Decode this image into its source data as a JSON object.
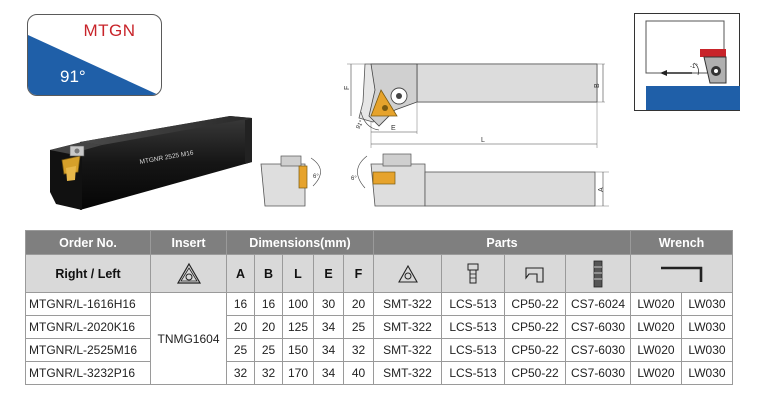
{
  "badge": {
    "code": "MTGN",
    "angle": "91°",
    "color_red": "#c8242a",
    "color_blue": "#1f5fa8"
  },
  "photo": {
    "engraving": "MTGNR 2525 M16"
  },
  "drawing": {
    "dim_F": "F",
    "dim_B": "B",
    "dim_E": "E",
    "dim_L": "L",
    "dim_A": "A",
    "angle_main": "91°",
    "angle_clear": "6°",
    "angle_rake": "6°",
    "angle_op": "-1°"
  },
  "table": {
    "headers": {
      "order_no": "Order No.",
      "insert": "Insert",
      "dimensions": "Dimensions(mm)",
      "parts": "Parts",
      "wrench": "Wrench",
      "right_left": "Right / Left",
      "dims": [
        "A",
        "B",
        "L",
        "E",
        "F"
      ]
    },
    "insert_value": "TNMG1604",
    "rows": [
      {
        "order": "MTGNR/L-1616H16",
        "A": "16",
        "B": "16",
        "L": "100",
        "E": "30",
        "F": "20",
        "p1": "SMT-322",
        "p2": "LCS-513",
        "p3": "CP50-22",
        "p4": "CS7-6024",
        "w1": "LW020",
        "w2": "LW030"
      },
      {
        "order": "MTGNR/L-2020K16",
        "A": "20",
        "B": "20",
        "L": "125",
        "E": "34",
        "F": "25",
        "p1": "SMT-322",
        "p2": "LCS-513",
        "p3": "CP50-22",
        "p4": "CS7-6030",
        "w1": "LW020",
        "w2": "LW030"
      },
      {
        "order": "MTGNR/L-2525M16",
        "A": "25",
        "B": "25",
        "L": "150",
        "E": "34",
        "F": "32",
        "p1": "SMT-322",
        "p2": "LCS-513",
        "p3": "CP50-22",
        "p4": "CS7-6030",
        "w1": "LW020",
        "w2": "LW030"
      },
      {
        "order": "MTGNR/L-3232P16",
        "A": "32",
        "B": "32",
        "L": "170",
        "E": "34",
        "F": "40",
        "p1": "SMT-322",
        "p2": "LCS-513",
        "p3": "CP50-22",
        "p4": "CS7-6030",
        "w1": "LW020",
        "w2": "LW030"
      }
    ]
  }
}
